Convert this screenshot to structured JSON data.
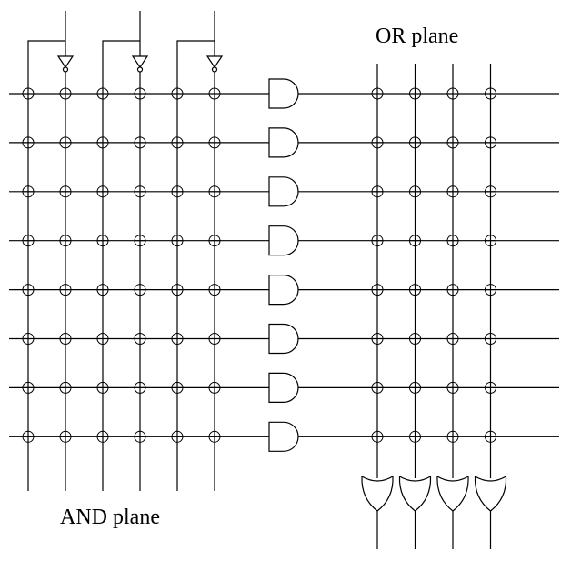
{
  "labels": {
    "or_plane": "OR plane",
    "and_plane": "AND plane"
  },
  "diagram": {
    "input_count": 3,
    "product_term_count": 8,
    "output_count": 4,
    "and_gate_count": 8,
    "or_gate_count": 4,
    "inverter_count": 3,
    "line_color": "#000000",
    "background_color": "#ffffff"
  }
}
